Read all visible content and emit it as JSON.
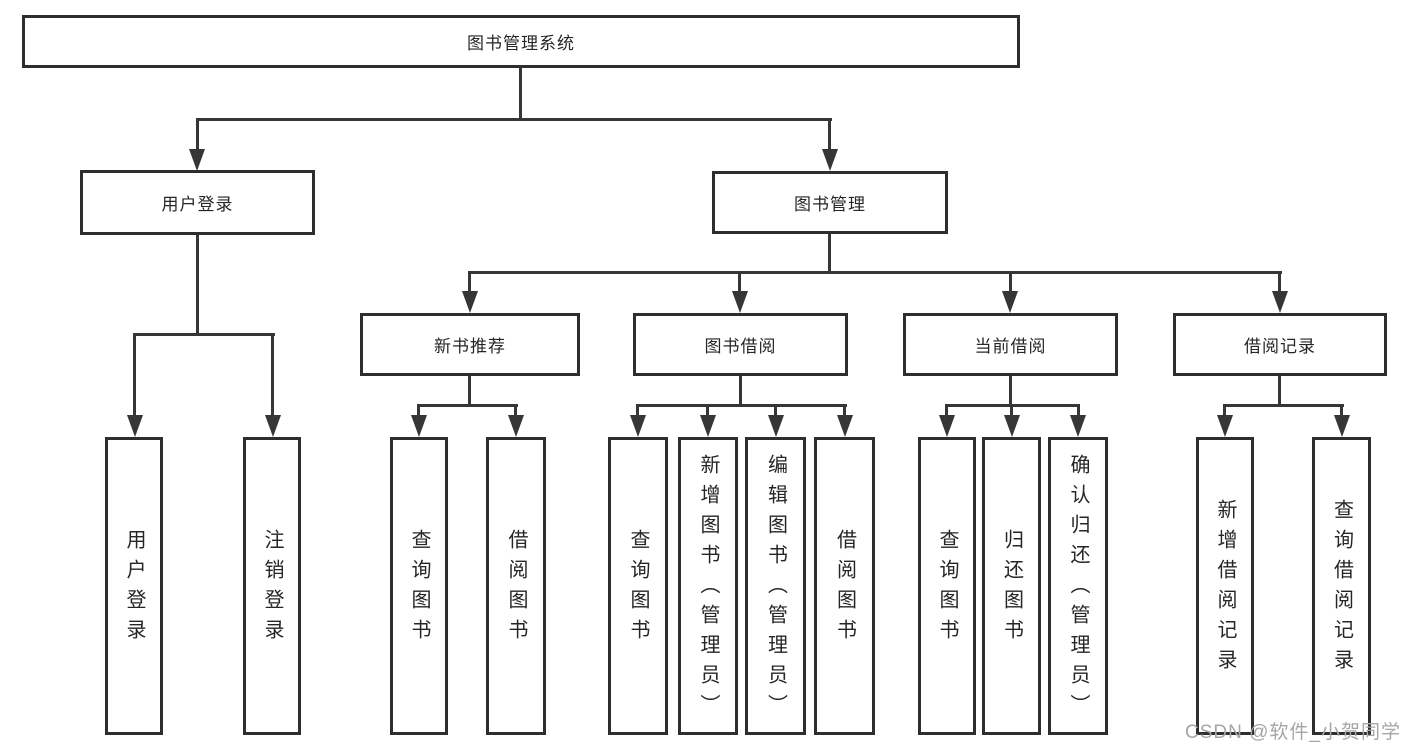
{
  "nodes": {
    "root": "图书管理系统",
    "user_login": "用户登录",
    "book_mgmt": "图书管理",
    "new_books": "新书推荐",
    "book_borrow": "图书借阅",
    "current_borrow": "当前借阅",
    "borrow_records": "借阅记录",
    "leaves": {
      "user_login": [
        "用户登录",
        "注销登录"
      ],
      "new_books": [
        "查询图书",
        "借阅图书"
      ],
      "book_borrow": [
        "查询图书",
        "新增图书（管理员）",
        "编辑图书（管理员）",
        "借阅图书"
      ],
      "current_borrow": [
        "查询图书",
        "归还图书",
        "确认归还（管理员）"
      ],
      "borrow_records": [
        "新增借阅记录",
        "查询借阅记录"
      ]
    }
  },
  "watermark": "CSDN @软件_小贺同学",
  "colors": {
    "line": "#363636",
    "box_border": "#2e2e2e",
    "box_fill": "#ffffff",
    "text": "#262626",
    "watermark": "#a6a6a6",
    "background": "#ffffff"
  }
}
